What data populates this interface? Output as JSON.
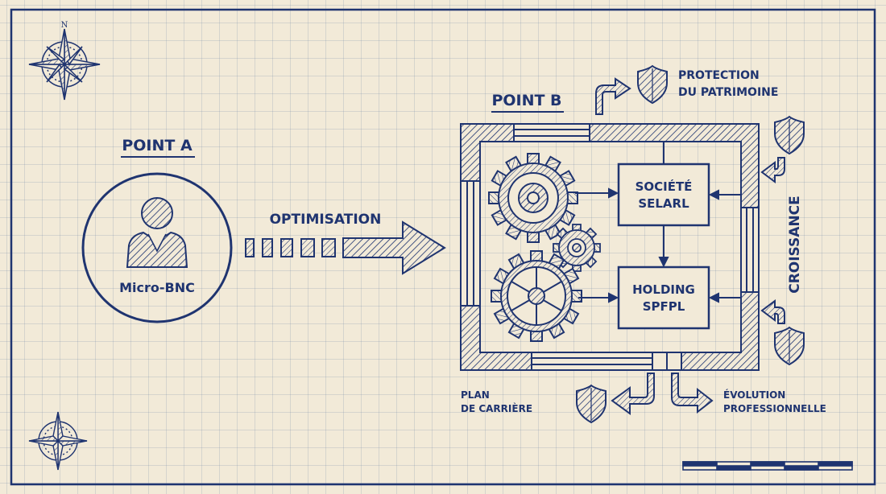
{
  "compass": {
    "north": "N"
  },
  "point_a": {
    "heading": "POINT A",
    "person_label": "Micro-BNC"
  },
  "arrow": {
    "label": "OPTIMISATION"
  },
  "point_b": {
    "heading": "POINT B",
    "box_top": {
      "line1": "SOCIÉTÉ",
      "line2": "SELARL"
    },
    "box_bottom": {
      "line1": "HOLDING",
      "line2": "SPFPL"
    }
  },
  "side_labels": {
    "protection": {
      "line1": "PROTECTION",
      "line2": "DU PATRIMOINE"
    },
    "croissance": "CROISSANCE",
    "plan": {
      "line1": "PLAN",
      "line2": "DE CARRIÈRE"
    },
    "evolution": {
      "line1": "ÉVOLUTION",
      "line2": "PROFESSIONNELLE"
    }
  },
  "colors": {
    "ink": "#1f3470",
    "paper": "#f2ead8",
    "grid": "#8294b6"
  },
  "icons": [
    "compass-rose-icon",
    "person-icon",
    "gear-icon",
    "shield-icon",
    "arrow-icon",
    "scale-bar-icon"
  ]
}
